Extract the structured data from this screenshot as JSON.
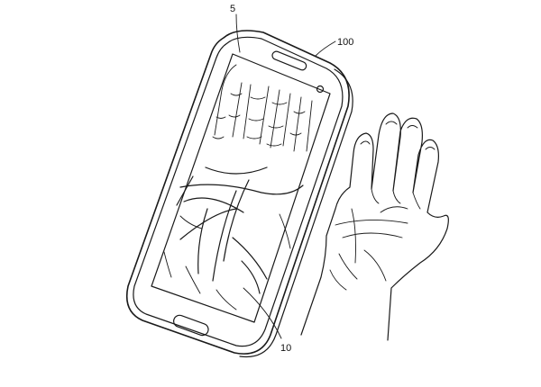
{
  "figure": {
    "labels": {
      "ref_5": "5",
      "ref_100": "100",
      "ref_10": "10"
    },
    "colors": {
      "ink": "#1a1a1a",
      "background": "#ffffff"
    },
    "icons": [
      "smartphone-drawing",
      "hand-drawing",
      "palm-image-on-screen"
    ]
  }
}
